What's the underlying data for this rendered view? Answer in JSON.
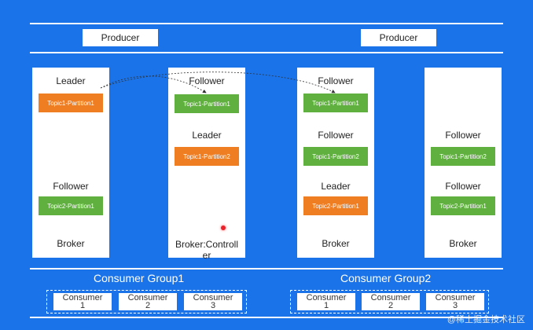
{
  "producers": [
    "Producer",
    "Producer"
  ],
  "brokers": [
    {
      "roles": [
        "Leader",
        "Follower"
      ],
      "partitions": [
        "Topic1-Partition1",
        "Topic2-Partition1"
      ],
      "label": "Broker"
    },
    {
      "roles": [
        "Follower",
        "Leader"
      ],
      "partitions": [
        "Topic1-Partition1",
        "Topic1-Partition2"
      ],
      "label": "Broker:Controll",
      "label2": "er"
    },
    {
      "roles": [
        "Follower",
        "Follower",
        "Leader"
      ],
      "partitions": [
        "Topic1-Partition1",
        "Topic1-Partition2",
        "Topic2-Partition1"
      ],
      "label": "Broker"
    },
    {
      "roles": [
        "Follower",
        "Follower"
      ],
      "partitions": [
        "Topic1-Partition2",
        "Topic2-Partition1"
      ],
      "label": "Broker"
    }
  ],
  "consumer_groups": [
    {
      "title": "Consumer Group1",
      "consumers": [
        [
          "Consumer",
          "1"
        ],
        [
          "Consumer",
          "2"
        ],
        [
          "Consumer",
          "3"
        ]
      ]
    },
    {
      "title": "Consumer Group2",
      "consumers": [
        [
          "Consumer",
          "1"
        ],
        [
          "Consumer",
          "2"
        ],
        [
          "Consumer",
          "3"
        ]
      ]
    }
  ],
  "watermark": "@稀土掘金技术社区",
  "colors": {
    "background": "#1a73e8",
    "leader": "#ef7d22",
    "follower": "#5fb03e"
  }
}
